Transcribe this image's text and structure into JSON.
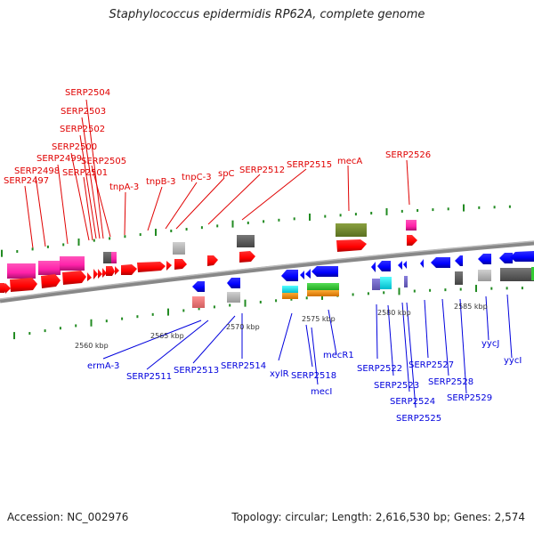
{
  "title": "Staphylococcus epidermidis RP62A, complete genome",
  "footer": {
    "accession": "Accession: NC_002976",
    "summary": "Topology: circular; Length: 2,616,530 bp; Genes: 2,574"
  },
  "colors": {
    "forward_label": "#e00000",
    "reverse_label": "#0000dd",
    "forward_gene": "#ff0000",
    "reverse_gene": "#0000ff",
    "tick": "#228b22",
    "backbone": "#888888"
  },
  "scale_labels": [
    "2560 kbp",
    "2565 kbp",
    "2570 kbp",
    "2575 kbp",
    "2580 kbp",
    "2585 kbp"
  ],
  "forward_labels": [
    {
      "name": "SERP2504"
    },
    {
      "name": "SERP2503"
    },
    {
      "name": "SERP2502"
    },
    {
      "name": "SERP2500"
    },
    {
      "name": "SERP2499"
    },
    {
      "name": "SERP2505"
    },
    {
      "name": "SERP2498"
    },
    {
      "name": "SERP2501"
    },
    {
      "name": "SERP2497"
    },
    {
      "name": "tnpA-3"
    },
    {
      "name": "tnpB-3"
    },
    {
      "name": "tnpC-3"
    },
    {
      "name": "spC"
    },
    {
      "name": "SERP2512"
    },
    {
      "name": "SERP2515"
    },
    {
      "name": "mecA"
    },
    {
      "name": "SERP2526"
    }
  ],
  "reverse_labels": [
    {
      "name": "ermA-3"
    },
    {
      "name": "SERP2511"
    },
    {
      "name": "SERP2513"
    },
    {
      "name": "SERP2514"
    },
    {
      "name": "xylR"
    },
    {
      "name": "SERP2518"
    },
    {
      "name": "mecI"
    },
    {
      "name": "mecR1"
    },
    {
      "name": "SERP2522"
    },
    {
      "name": "SERP2523"
    },
    {
      "name": "SERP2524"
    },
    {
      "name": "SERP2525"
    },
    {
      "name": "SERP2527"
    },
    {
      "name": "SERP2528"
    },
    {
      "name": "SERP2529"
    },
    {
      "name": "yycJ"
    },
    {
      "name": "yycI"
    }
  ]
}
